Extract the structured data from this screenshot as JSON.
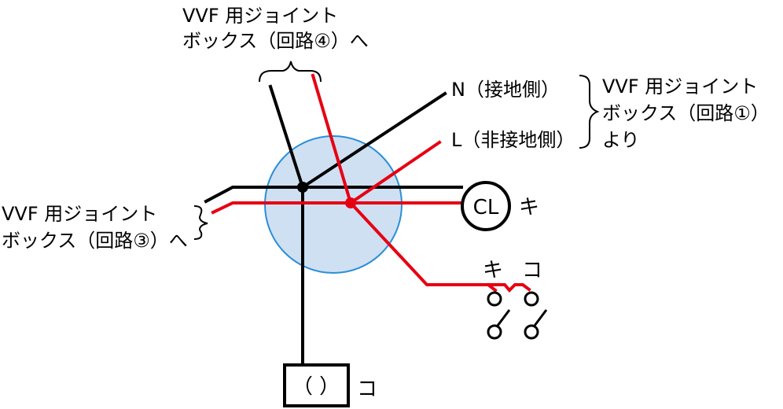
{
  "labels": {
    "box4_line1": "VVF 用ジョイント",
    "box4_line2": "ボックス（回路④）へ",
    "neutral": "N（接地側）",
    "live": "L（非接地側）",
    "box1_line1": "VVF 用ジョイント",
    "box1_line2": "ボックス（回路①）",
    "box1_line3": "より",
    "box3_line1": "VVF 用ジョイント",
    "box3_line2": "ボックス（回路③）へ",
    "ceiling_light": "CL",
    "ceiling_light_id": "キ",
    "switch_label_ki": "キ",
    "switch_label_ko": "コ",
    "outlet_light": "（ ）",
    "outlet_light_id": "コ"
  },
  "colors": {
    "neutral_wire": "#000000",
    "live_wire": "#e60012",
    "junction_fill": "#cfe0f3",
    "junction_stroke": "#2a8fd4"
  }
}
